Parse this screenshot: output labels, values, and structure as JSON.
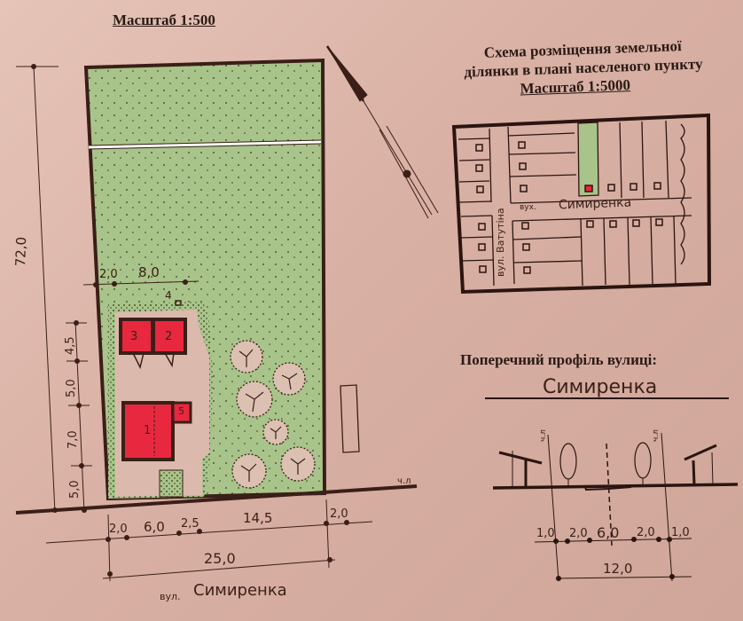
{
  "site_plan": {
    "scale_title": "Масштаб 1:500",
    "total_length": "72,0",
    "width_dims": {
      "setback_left": "2,0",
      "house_width": "8,0"
    },
    "vertical_dims": [
      "4,5",
      "5,0",
      "7,0",
      "5,0"
    ],
    "bottom_dims": {
      "left": "2,0",
      "house": "6,0",
      "gap": "2,5",
      "garden": "14,5",
      "right": "2,0",
      "total": "25,0"
    },
    "buildings": [
      {
        "label": "1",
        "desc": "main house"
      },
      {
        "label": "2",
        "desc": "outbuilding"
      },
      {
        "label": "3",
        "desc": "outbuilding"
      },
      {
        "label": "4",
        "desc": "small structure"
      },
      {
        "label": "5",
        "desc": "porch"
      }
    ],
    "red_line_label": "ч.л",
    "street_prefix": "вул.",
    "street_name": "Симиренка",
    "colors": {
      "plot_fill": "#a9c48a",
      "building_fill": "#e8283f",
      "outline": "#3a1f18"
    }
  },
  "location_scheme": {
    "title_line1": "Схема розміщення земельної",
    "title_line2": "ділянки в плані населеного пункту",
    "scale_title": "Масштаб 1:5000",
    "street_vertical": "вул. Ватутіна",
    "street_horizontal_prefix": "вух.",
    "street_horizontal": "Симиренка"
  },
  "street_profile": {
    "title": "Поперечний профіль вулиці:",
    "street_name": "Симиренка",
    "red_line_left": "ч.л",
    "red_line_right": "ч.л",
    "dims": [
      "1,0",
      "2,0",
      "6,0",
      "2,0",
      "1,0"
    ],
    "total": "12,0"
  }
}
